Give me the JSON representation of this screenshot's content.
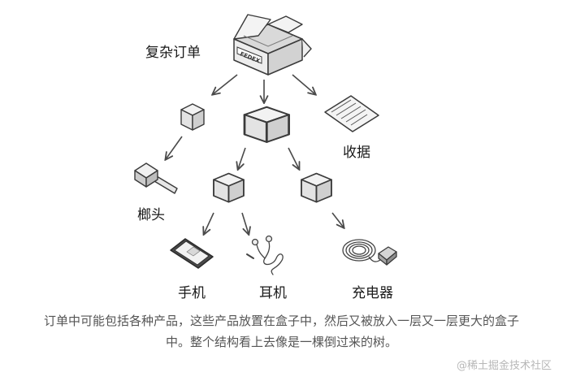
{
  "labels": {
    "root": "复杂订单",
    "receipt": "收据",
    "hammer": "榔头",
    "phone": "手机",
    "earphones": "耳机",
    "charger": "充电器",
    "fedex": "FEDEX"
  },
  "caption": {
    "line1": "订单中可能包括各种产品，这些产品放置在盒子中，然后又被放入一层又一层更大的盒子",
    "line2": "中。整个结构看上去像是一棵倒过来的树。"
  },
  "watermark": "@稀土掘金技术社区",
  "colors": {
    "stroke": "#3a3a3a",
    "box_top": "#f2f2f2",
    "box_left": "#e3e3e3",
    "box_right": "#cfcfcf",
    "caption": "#555555",
    "watermark": "#b7b7b7"
  }
}
